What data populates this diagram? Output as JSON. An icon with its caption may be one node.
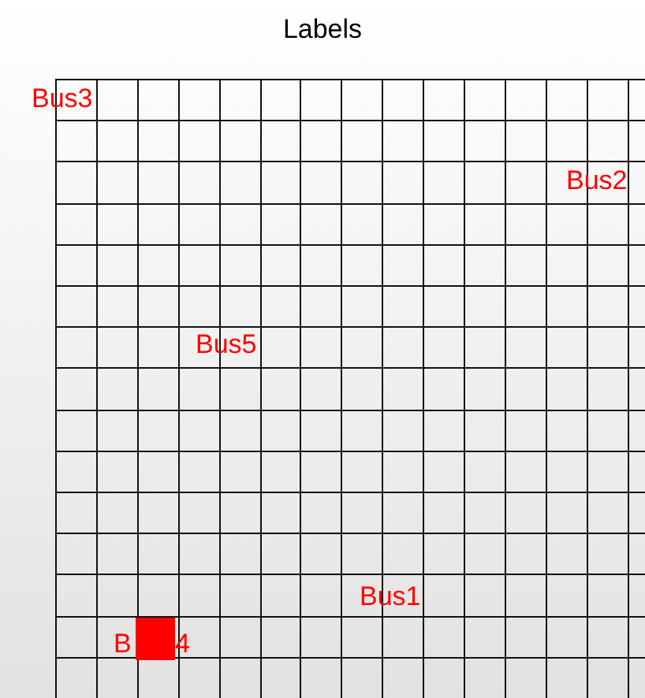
{
  "diagram": {
    "title": "Labels",
    "labels": [
      "Bus3",
      "Bus2",
      "Bus5",
      "Bus1",
      "B",
      "4"
    ]
  }
}
